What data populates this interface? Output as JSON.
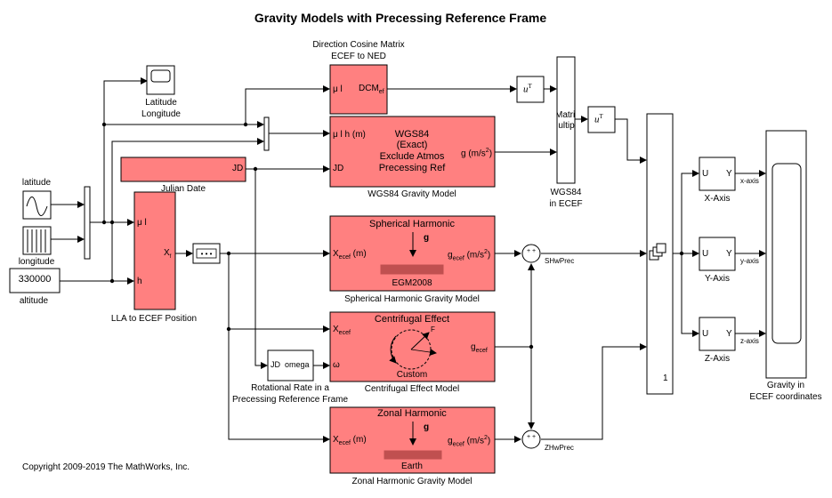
{
  "title": "Gravity Models with Precessing Reference Frame",
  "copyright": "Copyright 2009-2019 The MathWorks, Inc.",
  "colors": {
    "block_fill": "#FF8080",
    "line": "#000000",
    "background": "#FFFFFF"
  },
  "blocks": {
    "dcm": {
      "caption_top_1": "Direction Cosine Matrix",
      "caption_top_2": "ECEF to NED",
      "in_label": "μ l",
      "out_label": "DCM",
      "out_sub": "ef"
    },
    "scope_latlon": {
      "caption_1": "Latitude",
      "caption_2": "Longitude"
    },
    "wgs84": {
      "in_1": "μ l h (m)",
      "in_2": "JD",
      "line_1": "WGS84",
      "line_2": "(Exact)",
      "line_3": "Exclude Atmos",
      "line_4": "Precessing Ref",
      "out_label": "g (m/s",
      "out_sup": "2",
      "out_close": ")",
      "caption": "WGS84 Gravity Model"
    },
    "julian_date": {
      "label": "JD",
      "caption": "Julian Date"
    },
    "latitude": {
      "caption": "latitude"
    },
    "longitude": {
      "caption": "longitude"
    },
    "altitude": {
      "value": "330000",
      "caption": "altitude"
    },
    "lla2ecef": {
      "in_1": "μ l",
      "in_2": "h",
      "out": "X",
      "out_sub": "f",
      "caption": "LLA to ECEF Position"
    },
    "spherical": {
      "title": "Spherical Harmonic",
      "in": "X",
      "in_sub": "ecef",
      "in_unit": " (m)",
      "out": "g",
      "out_sub": "ecef",
      "out_unit": " (m/s",
      "out_sup": "2",
      "out_close": ")",
      "glyph": "g",
      "model": "EGM2008",
      "caption": "Spherical Harmonic Gravity Model"
    },
    "centrifugal": {
      "title": "Centrifugal Effect",
      "in_1": "X",
      "in_1_sub": "ecef",
      "in_2": "ω",
      "out": "g",
      "out_sub": "ecef",
      "glyph": "F",
      "model": "Custom",
      "caption": "Centrifugal Effect Model"
    },
    "zonal": {
      "title": "Zonal Harmonic",
      "in": "X",
      "in_sub": "ecef",
      "in_unit": " (m)",
      "out": "g",
      "out_sub": "ecef",
      "out_unit": " (m/s",
      "out_sup": "2",
      "out_close": ")",
      "glyph": "g",
      "model": "Earth",
      "caption": "Zonal Harmonic Gravity Model"
    },
    "rotrate": {
      "in": "JD",
      "out": "omega",
      "caption_1": "Rotational Rate in a",
      "caption_2": "Precessing Reference Frame"
    },
    "transpose_1": {
      "label": "u",
      "sup": "T"
    },
    "transpose_2": {
      "label": "u",
      "sup": "T"
    },
    "matmult": {
      "label_1": "Matrix",
      "label_2": "Multiply",
      "caption_1": "WGS84",
      "caption_2": "in ECEF"
    },
    "concat": {
      "port": "1"
    },
    "sum_sh": {
      "signs": "+ +",
      "signal": "SHwPrec"
    },
    "sum_zh": {
      "signs": "+ +",
      "signal": "ZHwPrec"
    },
    "xaxis": {
      "in": "U",
      "out": "Y",
      "caption": "X-Axis",
      "signal": "x-axis"
    },
    "yaxis": {
      "in": "U",
      "out": "Y",
      "caption": "Y-Axis",
      "signal": "y-axis"
    },
    "zaxis": {
      "in": "U",
      "out": "Y",
      "caption": "Z-Axis",
      "signal": "z-axis"
    },
    "scope_gravity": {
      "caption_1": "Gravity in",
      "caption_2": "ECEF coordinates"
    }
  }
}
